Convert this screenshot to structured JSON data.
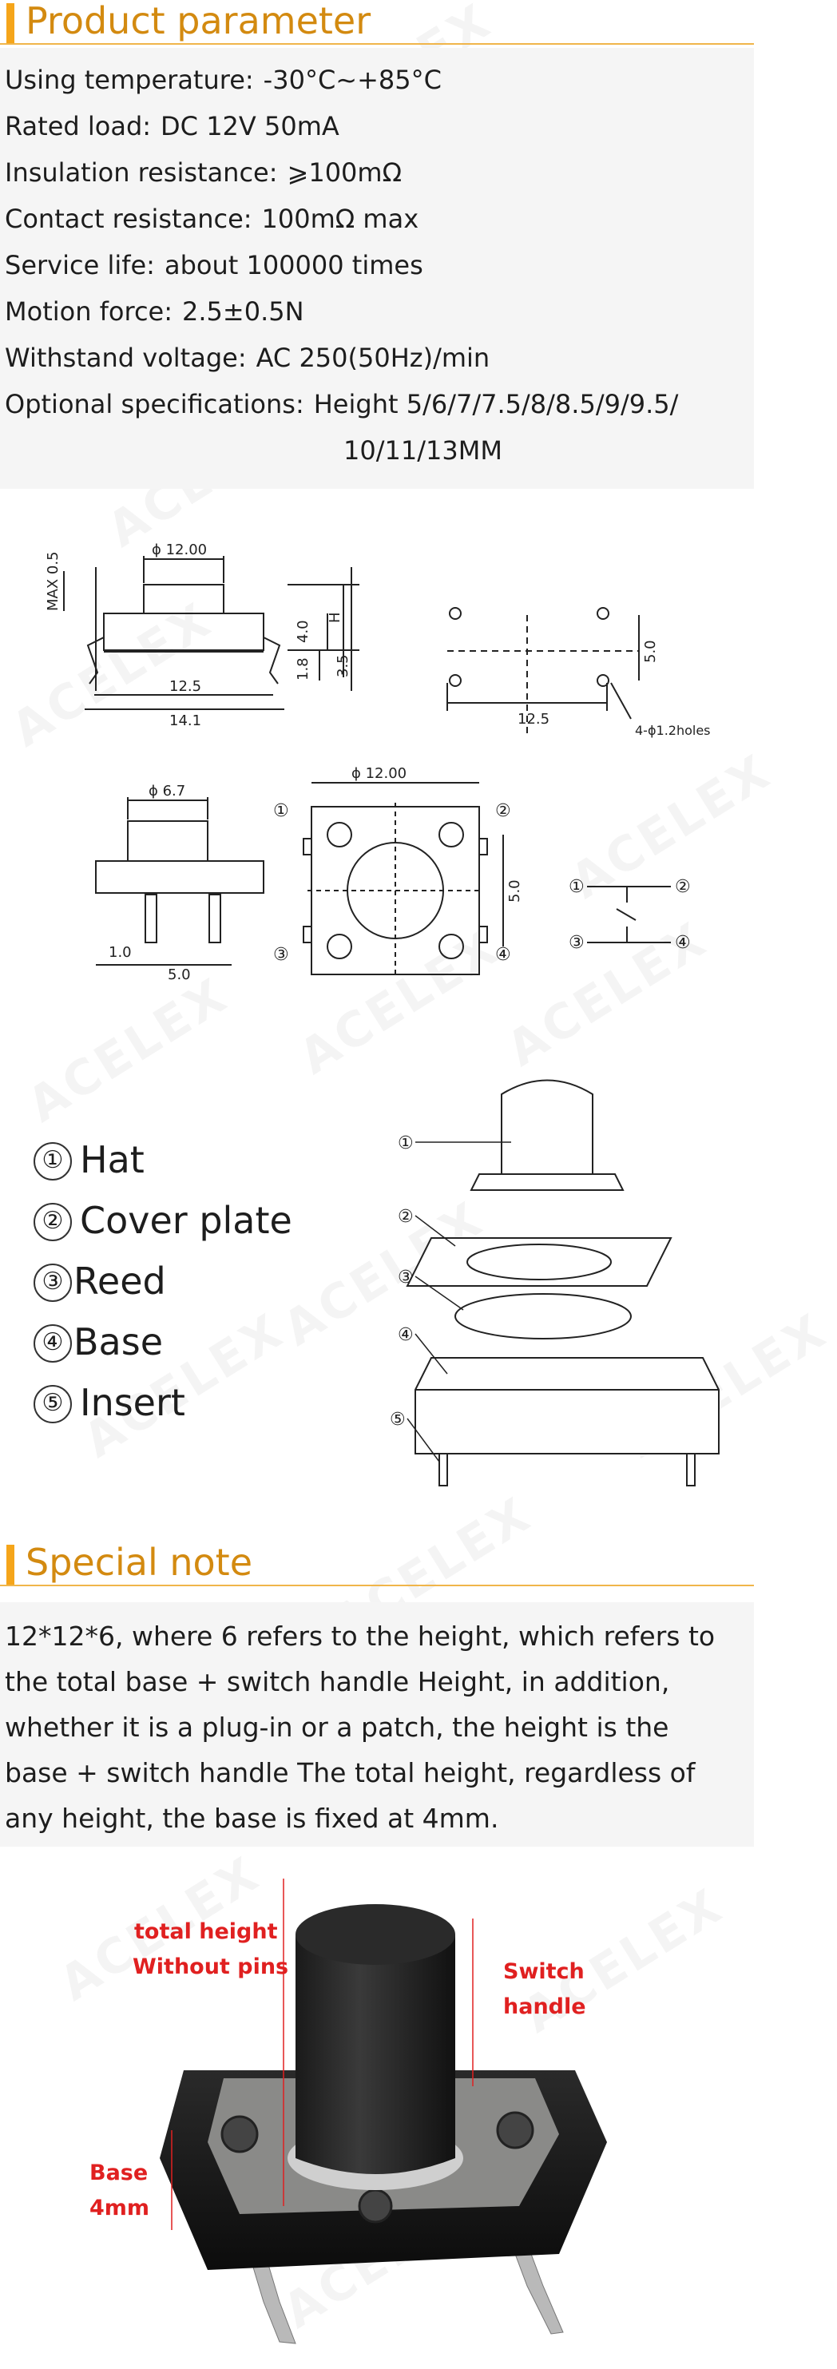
{
  "watermark_text": "ACELEX",
  "product_parameter": {
    "title": "Product parameter",
    "items": [
      {
        "label": "Using temperature:",
        "value": "-30°C~+85°C"
      },
      {
        "label": "Rated load:",
        "value": "DC 12V 50mA"
      },
      {
        "label": "Insulation resistance:",
        "value": "⩾100mΩ"
      },
      {
        "label": "Contact resistance:",
        "value": "100mΩ max"
      },
      {
        "label": "Service life:",
        "value": "about 100000 times"
      },
      {
        "label": "Motion force:",
        "value": "2.5±0.5N"
      },
      {
        "label": "Withstand voltage:",
        "value": "AC 250(50Hz)/min"
      },
      {
        "label": "Optional specifications:",
        "value": "Height 5/6/7/7.5/8/8.5/9/9.5/"
      }
    ],
    "continuation": "10/11/13MM"
  },
  "drawing": {
    "side_view": {
      "max_label": "MAX 0.5",
      "top_dia": "ϕ 12.00",
      "body_h": "4.0",
      "h_label": "H",
      "pin_a": "1.8",
      "pin_b": "3.5",
      "width_inner": "12.5",
      "width_outer": "14.1"
    },
    "pcb_layout": {
      "vspace": "5.0",
      "hspace": "12.5",
      "holes": "4-ϕ1.2holes"
    },
    "front_view": {
      "top_dia": "ϕ 6.7",
      "pin_offset": "1.0",
      "pin_space": "5.0"
    },
    "top_view": {
      "top_dia": "ϕ 12.00",
      "pin1": "①",
      "pin2": "②",
      "pin3": "③",
      "pin4": "④",
      "vspace": "5.0"
    },
    "schematic": {
      "pin1": "①",
      "pin2": "②",
      "pin3": "③",
      "pin4": "④"
    }
  },
  "parts": {
    "items": [
      {
        "num": "①",
        "name": "Hat",
        "spaced": true
      },
      {
        "num": "②",
        "name": "Cover plate",
        "spaced": true
      },
      {
        "num": "③",
        "name": "Reed",
        "spaced": false
      },
      {
        "num": "④",
        "name": "Base",
        "spaced": false
      },
      {
        "num": "⑤",
        "name": "Insert",
        "spaced": true
      }
    ],
    "callouts": [
      "①",
      "②",
      "③",
      "④",
      "⑤"
    ]
  },
  "special_note": {
    "title": "Special note",
    "lines": [
      "12*12*6, where 6 refers to the height, which refers to",
      "the total base + switch handle Height, in addition,",
      "whether it is a plug-in or a patch, the height is the",
      "base + switch handle The total height, regardless of",
      "any height, the base is fixed at 4mm."
    ]
  },
  "photo": {
    "label_total": "total height",
    "label_without": "Without pins",
    "label_switch": "Switch",
    "label_handle": "handle",
    "label_base": "Base",
    "label_base_mm": "4mm",
    "label_color": "#e02020"
  },
  "colors": {
    "accent": "#f5a51a",
    "title": "#d38a10",
    "panel": "#f5f5f5"
  }
}
